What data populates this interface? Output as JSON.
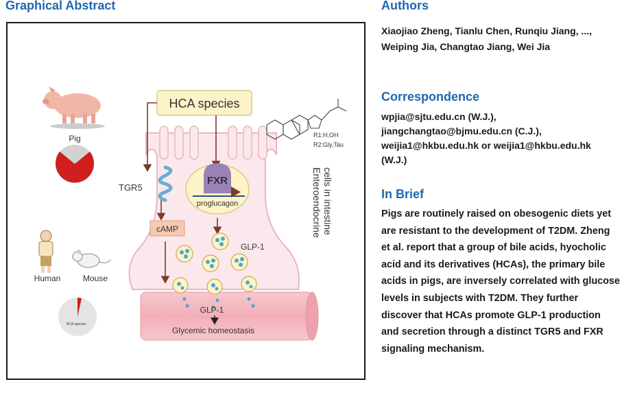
{
  "graphical_abstract": {
    "title": "Graphical Abstract",
    "labels": {
      "hca_species": "HCA species",
      "pig": "Pig",
      "human": "Human",
      "mouse": "Mouse",
      "tgr5": "TGR5",
      "fxr": "FXR",
      "proglucagon": "proglucagon",
      "camp": "cAMP",
      "glp1_cell": "GLP-1",
      "glp1_out": "GLP-1",
      "glycemic": "Glycemic homeostasis",
      "cells_line1": "Enteroendocrine",
      "cells_line2": "cells in intestine",
      "r1": "R1:H,OH",
      "r2": "R2:Gly,Tau",
      "pie_hca_label": "HCA species"
    },
    "colors": {
      "pie_red": "#d01f1f",
      "pie_gray": "#d2d2d2",
      "cell_fill": "#fbe8ec",
      "cell_stroke": "#e8b7c0",
      "vessel": "#f3b8c0",
      "hca_box": "#fdf3c8",
      "fxr": "#9b82b6",
      "arrow": "#7b3a2a"
    }
  },
  "authors": {
    "heading": "Authors",
    "text": "Xiaojiao Zheng, Tianlu Chen, Runqiu Jiang, ..., Weiping Jia, Changtao Jiang, Wei Jia"
  },
  "correspondence": {
    "heading": "Correspondence",
    "text": "wpjia@sjtu.edu.cn (W.J.), jiangchangtao@bjmu.edu.cn (C.J.), weijia1@hkbu.edu.hk or weijia1@hkbu.edu.hk (W.J.)"
  },
  "in_brief": {
    "heading": "In Brief",
    "text": "Pigs are routinely raised on obesogenic diets yet are resistant to the development of T2DM. Zheng et al. report that a group of bile acids, hyocholic acid and its derivatives (HCAs), the primary bile acids in pigs, are inversely correlated with glucose levels in subjects with T2DM. They further discover that HCAs promote GLP-1 production and secretion through a distinct TGR5 and FXR signaling mechanism."
  }
}
